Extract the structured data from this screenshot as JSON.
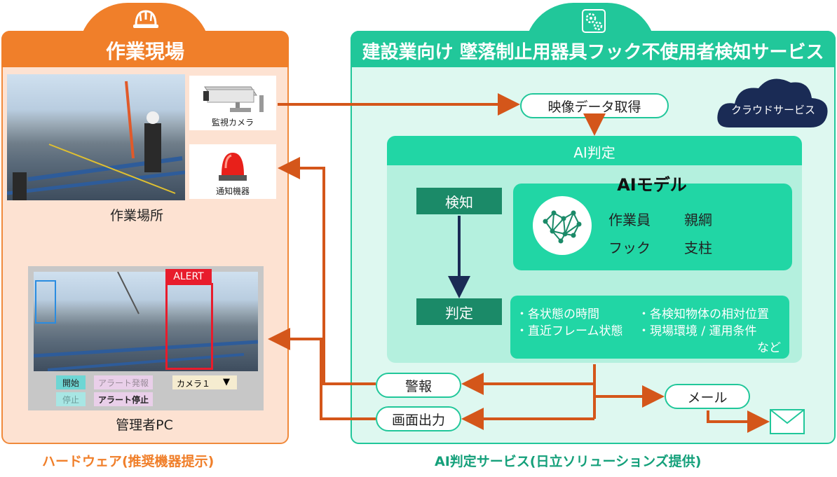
{
  "left": {
    "title": "作業現場",
    "footer": "ハードウェア(推奨機器提示)",
    "photo_caption": "作業場所",
    "camera_label": "監視カメラ",
    "alarm_label": "通知機器",
    "pc": {
      "caption": "管理者PC",
      "alert_label": "ALERT",
      "buttons": [
        "開始",
        "アラート発報",
        "停止",
        "アラート停止"
      ],
      "camera_select": "カメラ１",
      "camera_select_arrow": "▼"
    }
  },
  "right": {
    "title": "建設業向け 墜落制止用器具フック不使用者検知サービス",
    "footer": "AI判定サービス(日立ソリューションズ提供)",
    "cloud_label": "クラウドサービス",
    "video_acquire": "映像データ取得",
    "ai_judgement": "AI判定",
    "ai_model": {
      "title": "AIモデル",
      "items": [
        "作業員",
        "親綱",
        "フック",
        "支柱"
      ]
    },
    "detect_label": "検知",
    "judge_label": "判定",
    "criteria": [
      "・各状態の時間",
      "・各検知物体の相対位置",
      "・直近フレーム状態",
      "・現場環境 / 運用条件",
      "など"
    ],
    "alarm_output": "警報",
    "screen_output": "画面出力",
    "mail": "メール"
  },
  "colors": {
    "orange": "#f07f2a",
    "teal": "#21c79a",
    "dark_green": "#1b8a68",
    "arrow": "#d4561a",
    "navy": "#1a2b55"
  }
}
